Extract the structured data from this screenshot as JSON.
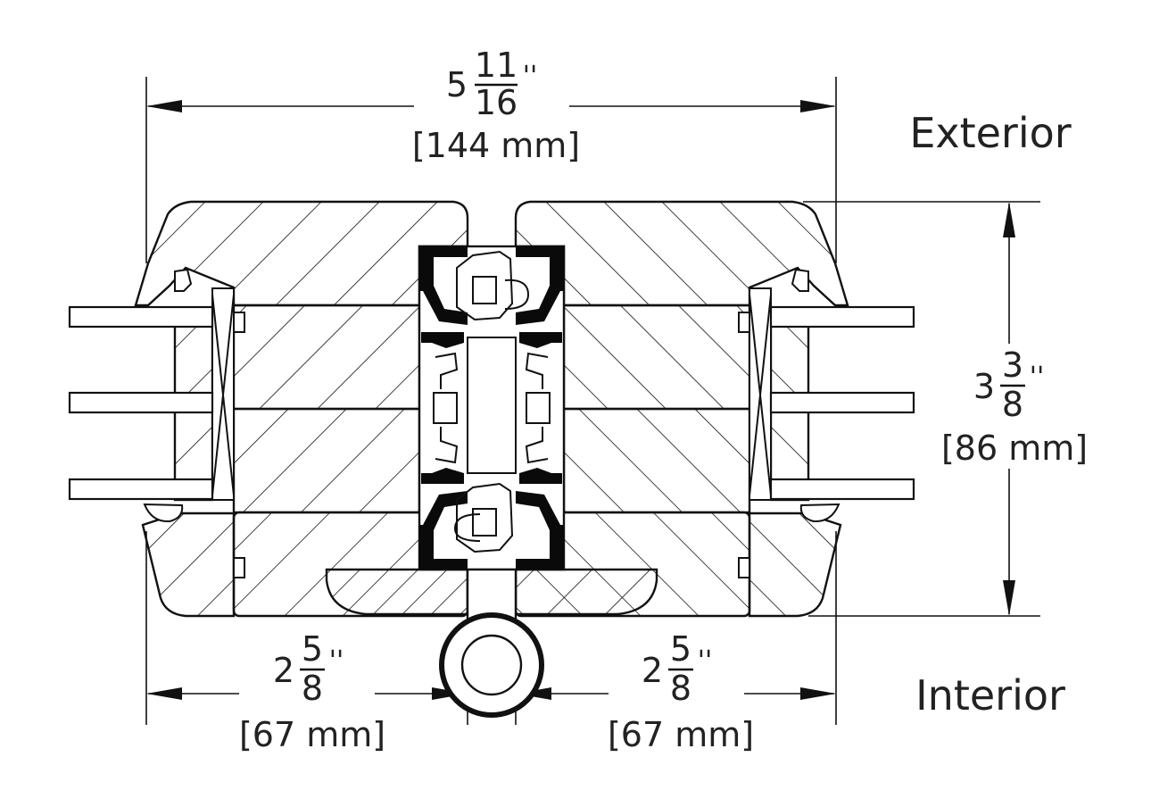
{
  "labels": {
    "exterior": "Exterior",
    "interior": "Interior"
  },
  "dimensions": {
    "overall_width": {
      "whole": "5",
      "numerator": "11",
      "denominator": "16",
      "unit": "''",
      "metric": "[144 mm]"
    },
    "height": {
      "whole": "3",
      "numerator": "3",
      "denominator": "8",
      "unit": "''",
      "metric": "[86 mm]"
    },
    "left_depth": {
      "whole": "2",
      "numerator": "5",
      "denominator": "8",
      "unit": "''",
      "metric": "[67 mm]"
    },
    "right_depth": {
      "whole": "2",
      "numerator": "5",
      "denominator": "8",
      "unit": "''",
      "metric": "[67 mm]"
    }
  },
  "colors": {
    "line": "#111111",
    "background": "#ffffff",
    "profile_fill": "#0a0a0a"
  }
}
